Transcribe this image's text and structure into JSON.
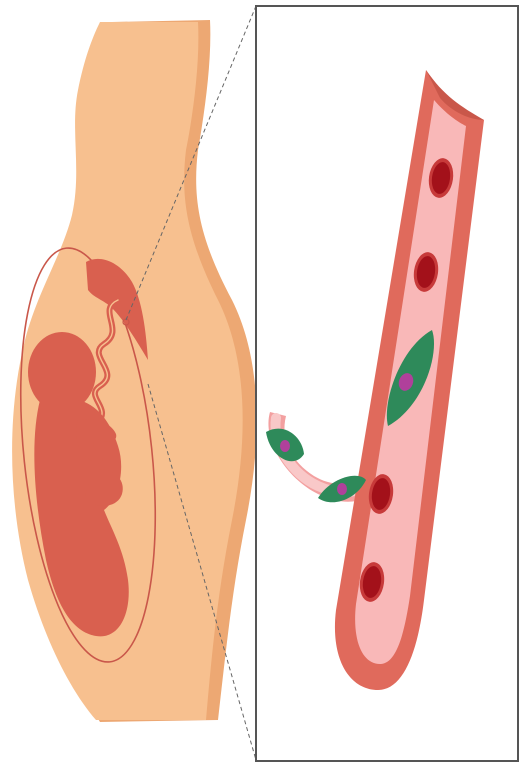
{
  "figure": {
    "panels": [
      "pregnant-body",
      "magnified-vessel"
    ],
    "colors": {
      "skin": "#f7c08f",
      "skin_shadow": "#eda873",
      "fetus": "#d9604f",
      "uterus_line": "#c9574a",
      "vessel_wall": "#e06a5c",
      "vessel_lumen": "#f9b8b8",
      "red_cell": "#a3111a",
      "red_cell_rim": "#c73a3a",
      "fetal_cell": "#2e8a5a",
      "fetal_nucleus": "#b0409b",
      "frame": "#555555"
    },
    "icons": [
      "pregnant-body-illustration",
      "blood-vessel-illustration",
      "red-blood-cell-icon",
      "fetal-cell-icon"
    ]
  }
}
